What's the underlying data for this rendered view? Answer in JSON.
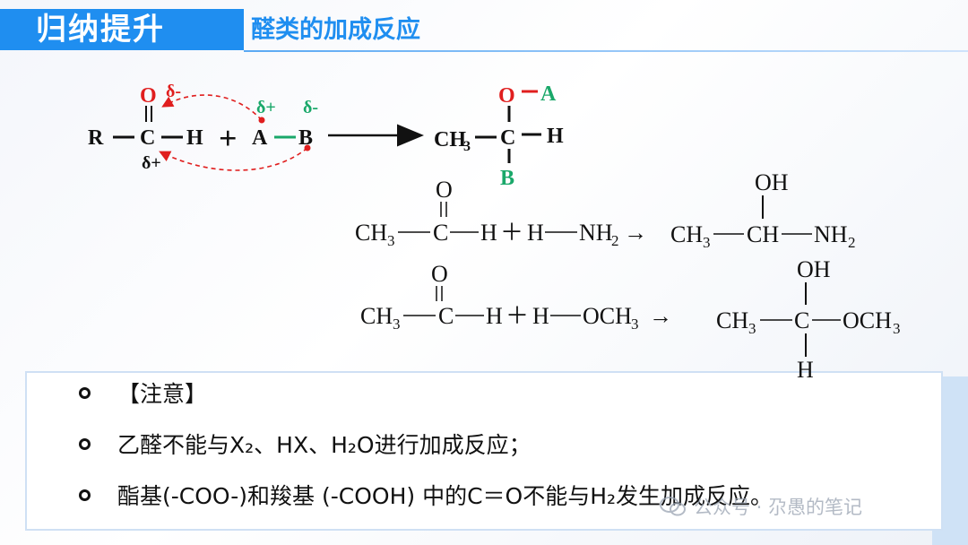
{
  "header": {
    "title": "归纳提升",
    "subtitle": "醛类的加成反应"
  },
  "mechanism": {
    "o": "O",
    "o_charge": "δ-",
    "r": "R",
    "c": "C",
    "h": "H",
    "c_charge": "δ+",
    "plus": "+",
    "a": "A",
    "b": "B",
    "a_charge": "δ+",
    "b_charge": "δ-",
    "product_ch3": "CH",
    "product_sub3": "3",
    "product_c": "C",
    "product_h": "H",
    "product_o": "O",
    "product_a": "A",
    "product_b": "B"
  },
  "reaction1": {
    "o": "O",
    "ch": "CH",
    "sub3": "3",
    "c": "C",
    "h": "H",
    "plus": "＋",
    "h2": "H",
    "nh": "NH",
    "sub2": "2",
    "arrow": "→",
    "p_oh": "OH",
    "p_ch3": "CH",
    "p_sub3": "3",
    "p_ch": "CH",
    "p_nh": "NH",
    "p_sub2": "2"
  },
  "reaction2": {
    "o": "O",
    "ch": "CH",
    "sub3": "3",
    "c": "C",
    "h": "H",
    "plus": "＋",
    "h2": "H",
    "och": "OCH",
    "sub3b": "3",
    "arrow": "→",
    "p_oh": "OH",
    "p_ch3": "CH",
    "p_sub3": "3",
    "p_c": "C",
    "p_och": "OCH",
    "p_sub3b": "3",
    "p_h": "H"
  },
  "notes": [
    "【注意】",
    "乙醛不能与X₂、HX、H₂O进行加成反应；",
    "酯基(-COO-)和羧基 (-COOH) 中的C＝O不能与H₂发生加成反应。"
  ],
  "watermark": "公众号 · 尕愚的笔记",
  "colors": {
    "accent": "#1f8ef0",
    "red": "#e01e1e",
    "green": "#1aa86a",
    "text": "#111111"
  }
}
